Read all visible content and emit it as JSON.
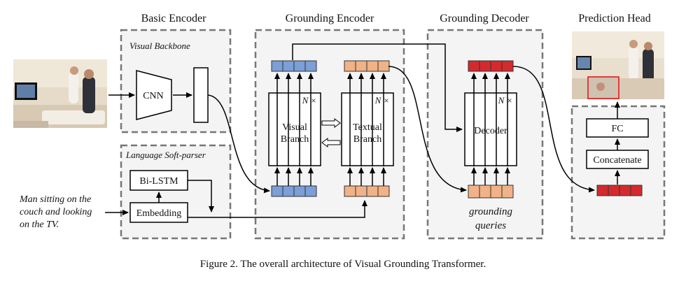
{
  "sections": {
    "basic_encoder": "Basic Encoder",
    "grounding_encoder": "Grounding Encoder",
    "grounding_decoder": "Grounding Decoder",
    "prediction_head": "Prediction Head"
  },
  "basic_encoder": {
    "visual_backbone": "Visual Backbone",
    "cnn": "CNN",
    "language_parser": "Language Soft-parser",
    "bilstm": "Bi-LSTM",
    "embedding": "Embedding"
  },
  "input_text": {
    "line1": "Man sitting on the",
    "line2": "couch  and looking",
    "line3": "on the TV."
  },
  "grounding_encoder": {
    "n_visual": "N ×",
    "n_textual": "N ×",
    "visual_branch_line1": "Visual",
    "visual_branch_line2": "Branch",
    "textual_branch_line1": "Textual",
    "textual_branch_line2": "Branch"
  },
  "grounding_decoder": {
    "n": "N ×",
    "decoder": "Decoder",
    "queries_line1": "grounding",
    "queries_line2": "queries"
  },
  "prediction_head": {
    "fc": "FC",
    "concatenate": "Concatenate"
  },
  "caption": "Figure 2. The overall architecture of Visual Grounding Transformer.",
  "colors": {
    "visual_token": "#7b9fd6",
    "textual_token": "#f0b286",
    "output_token": "#d42a2e",
    "panel_bg": "#f4f4f4",
    "panel_border": "#777777"
  }
}
